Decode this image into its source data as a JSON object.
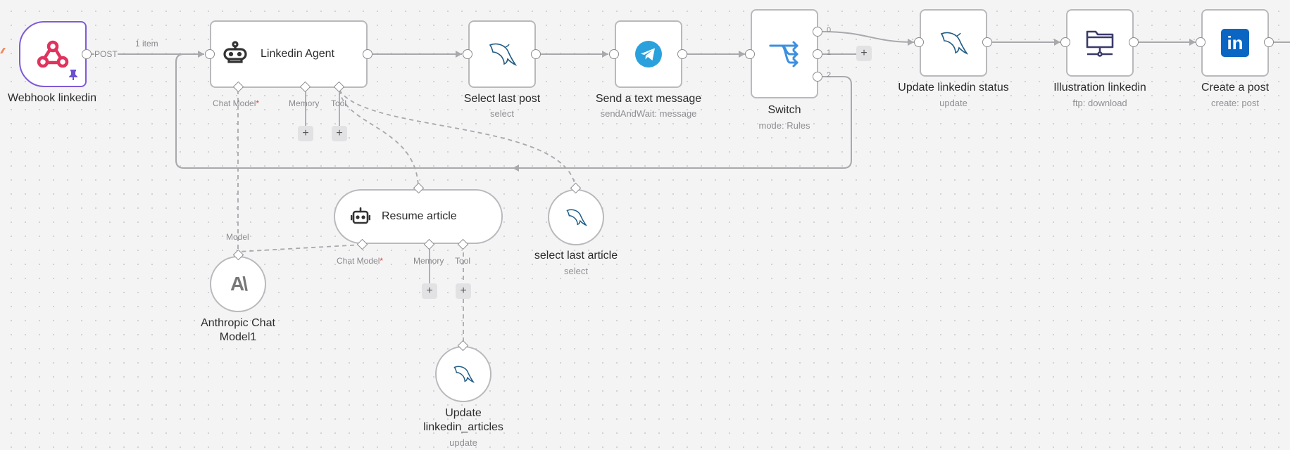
{
  "canvas": {
    "nodes": {
      "webhook": {
        "title": "Webhook linkedin",
        "icon": "webhook-icon",
        "badge_icon": "pin-icon"
      },
      "agent": {
        "title": "Linkedin Agent",
        "icon": "robot-icon",
        "ports": {
          "chat_model": "Chat Model",
          "required_mark": "*",
          "memory": "Memory",
          "tool": "Tool"
        }
      },
      "select_last_post": {
        "title": "Select last post",
        "subtitle": "select",
        "icon": "mysql-icon"
      },
      "send_text": {
        "title": "Send a text message",
        "subtitle": "sendAndWait: message",
        "icon": "telegram-icon"
      },
      "switch": {
        "title": "Switch",
        "subtitle": "mode: Rules",
        "icon": "switch-icon",
        "outputs": [
          "0",
          "1",
          "2"
        ]
      },
      "update_status": {
        "title": "Update linkedin status",
        "subtitle": "update",
        "icon": "mysql-icon"
      },
      "illustration": {
        "title": "Illustration linkedin",
        "subtitle": "ftp: download",
        "icon": "ftp-icon"
      },
      "create_post": {
        "title": "Create a post",
        "subtitle": "create: post",
        "icon": "linkedin-icon",
        "logo_text": "in"
      },
      "resume": {
        "title": "Resume article",
        "icon": "robot-icon",
        "ports": {
          "chat_model": "Chat Model",
          "required_mark": "*",
          "memory": "Memory",
          "tool": "Tool"
        }
      },
      "select_article": {
        "title": "select last article",
        "subtitle": "select",
        "icon": "mysql-icon"
      },
      "anthropic": {
        "title_line1": "Anthropic Chat",
        "title_line2": "Model1",
        "port_label": "Model",
        "icon": "anthropic-icon",
        "logo_text": "A\\"
      },
      "update_articles": {
        "title_line1": "Update",
        "title_line2": "linkedin_articles",
        "subtitle": "update",
        "icon": "mysql-icon"
      }
    },
    "edges": {
      "post_label": "POST",
      "items_label": "1 item"
    },
    "plus": "+"
  },
  "colors": {
    "trigger_border": "#7e5ad8",
    "webhook": "#e0335d",
    "telegram": "#2aa1dc",
    "mysql": "#1f5c85",
    "linkedin": "#0a66c2",
    "switch": "#3d8fe0",
    "required": "#e0463a",
    "pin": "#6b4fd3"
  }
}
